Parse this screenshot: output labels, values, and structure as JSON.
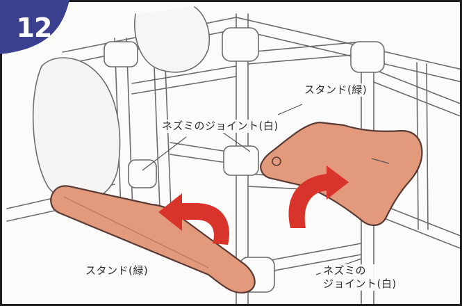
{
  "step": {
    "number": "12"
  },
  "labels": {
    "stand_top": "スタンド(緑)",
    "mouse_joint_top": "ネズミのジョイント(白)",
    "stand_bottom": "スタンド(緑)",
    "mouse_joint_bottom_line1": "ネズミの",
    "mouse_joint_bottom_line2": "ジョイント(白)"
  },
  "colors": {
    "frame_border": "#1d1d1d",
    "badge": "#3b3f8f",
    "stand_fill": "#e39a7c",
    "stand_edge": "#5a3a34",
    "arrow": "#d9342b",
    "line_art": "#6b6b6b"
  }
}
